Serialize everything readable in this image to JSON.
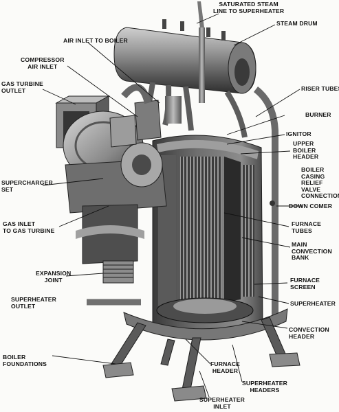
{
  "figure": {
    "labels": {
      "saturated_steam": [
        "SATURATED STEAM",
        "LINE TO SUPERHEATER"
      ],
      "steam_drum": [
        "STEAM DRUM"
      ],
      "air_inlet_boiler": [
        "AIR INLET TO BOILER"
      ],
      "compressor_air_inlet": [
        "COMPRESSOR",
        "AIR INLET"
      ],
      "gas_turbine_outlet": [
        "GAS TURBINE",
        "OUTLET"
      ],
      "riser_tubes": [
        "RISER TUBES"
      ],
      "burner": [
        "BURNER"
      ],
      "ignitor": [
        "IGNITOR"
      ],
      "upper_boiler_header": [
        "UPPER",
        "BOILER",
        "HEADER"
      ],
      "boiler_casing_relief": [
        "BOILER",
        "CASING",
        "RELIEF",
        "VALVE",
        "CONNECTION"
      ],
      "supercharger_set": [
        "SUPERCHARGER",
        "SET"
      ],
      "downcomer": [
        "DOWN COMER"
      ],
      "gas_inlet_turbine": [
        "GAS INLET",
        "TO GAS TURBINE"
      ],
      "furnace_tubes": [
        "FURNACE",
        "TUBES"
      ],
      "main_convection_bank": [
        "MAIN",
        "CONVECTION",
        "BANK"
      ],
      "expansion_joint": [
        "EXPANSION",
        "JOINT"
      ],
      "furnace_screen": [
        "FURNACE",
        "SCREEN"
      ],
      "superheater_outlet": [
        "SUPERHEATER",
        "OUTLET"
      ],
      "superheater": [
        "SUPERHEATER"
      ],
      "convection_header": [
        "CONVECTION",
        "HEADER"
      ],
      "boiler_foundations": [
        "BOILER",
        "FOUNDATIONS"
      ],
      "furnace_header": [
        "FURNACE",
        "HEADER"
      ],
      "superheater_headers": [
        "SUPERHEATER",
        "HEADERS"
      ],
      "superheater_inlet": [
        "SUPERHEATER",
        "INLET"
      ]
    }
  }
}
